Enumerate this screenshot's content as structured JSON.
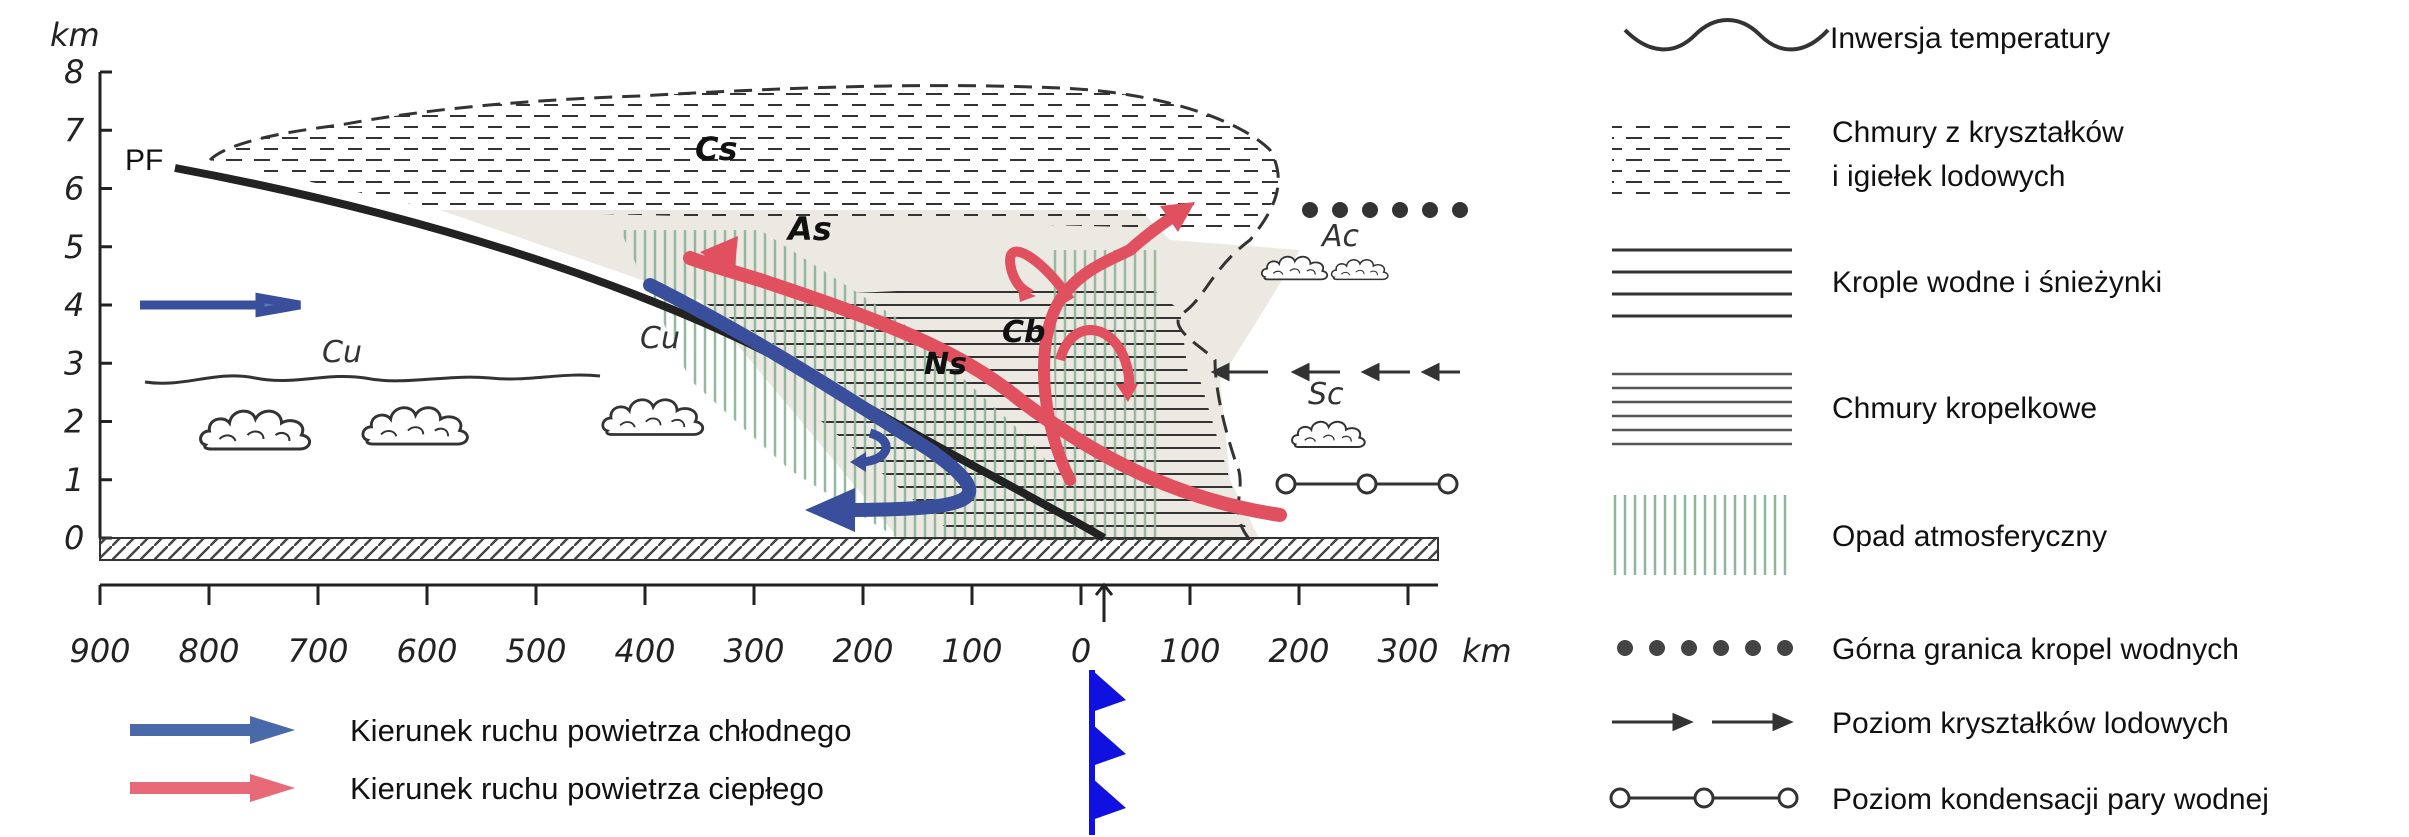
{
  "altitude_axis": {
    "unit": "km",
    "ticks": [
      "0",
      "1",
      "2",
      "3",
      "4",
      "5",
      "6",
      "7",
      "8"
    ]
  },
  "distance_axis": {
    "unit": "km",
    "ticks": [
      "900",
      "800",
      "700",
      "600",
      "500",
      "400",
      "300",
      "200",
      "100",
      "0",
      "100",
      "200",
      "300"
    ]
  },
  "diagram_labels": {
    "front": "PF",
    "cirrostratus": "Cs",
    "altostratus": "As",
    "nimbostratus": "Ns",
    "cumulonimbus": "Cb",
    "altocumulus": "Ac",
    "stratocumulus": "Sc",
    "cumulus_1": "Cu",
    "cumulus_2": "Cu"
  },
  "bottom_legend": {
    "cold_air": "Kierunek ruchu powietrza chłodnego",
    "warm_air": "Kierunek ruchu powietrza ciepłego"
  },
  "side_legend": {
    "inversion": "Inwersja temperatury",
    "ice_clouds_line1": "Chmury z kryształków",
    "ice_clouds_line2": "i igiełek lodowych",
    "drops_snow": "Krople wodne i śnieżynki",
    "droplet_clouds": "Chmury kropelkowe",
    "precipitation": "Opad atmosferyczny",
    "drop_limit": "Górna granica kropel wodnych",
    "ice_level": "Poziom kryształków lodowych",
    "condensation": "Poziom kondensacji pary wodnej"
  },
  "colors": {
    "cold_arrow": "#3a4f9c",
    "warm_arrow": "#e0505e",
    "front_line": "#222222",
    "front_symbol": "#1010e0",
    "precipitation": "#8fb59a",
    "shade": "#ece8e2"
  },
  "icons": {
    "front_symbol": "cold-front-triangles-icon",
    "cloud": "cumulus-cloud-icon"
  }
}
